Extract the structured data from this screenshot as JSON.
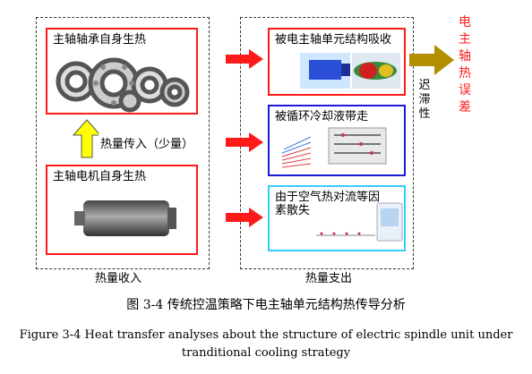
{
  "left_group": {
    "bearing_box": {
      "title": "主轴轴承自身生热",
      "image": "bearing-set-icon"
    },
    "motor_box": {
      "title": "主轴电机自身生热",
      "image": "motor-spindle-icon"
    },
    "transfer_label": "热量传入（少量）",
    "footer": "热量收入"
  },
  "right_group": {
    "absorb_box": {
      "title": "被电主轴单元结构吸收",
      "image": "fea-model-icon"
    },
    "coolant_box": {
      "title": "被循环冷却液带走",
      "image": "coolant-flow-icon"
    },
    "air_box": {
      "title": "由于空气热对流等因素散失",
      "image": "temperature-chart-icon"
    },
    "footer": "热量支出"
  },
  "lag_label": "迟滞性",
  "result_label": "电主轴热误差",
  "caption_cn": "图 3-4  传统控温策略下电主轴单元结构热传导分析",
  "caption_en_line1": "Figure 3-4 Heat transfer analyses about the structure of electric spindle unit under",
  "caption_en_line2": "tranditional cooling strategy",
  "colors": {
    "red": "#ff1a1a",
    "blue": "#1a1ad9",
    "cyan": "#33ccff",
    "gold": "#b38f00",
    "yellow": "#ffff00"
  }
}
